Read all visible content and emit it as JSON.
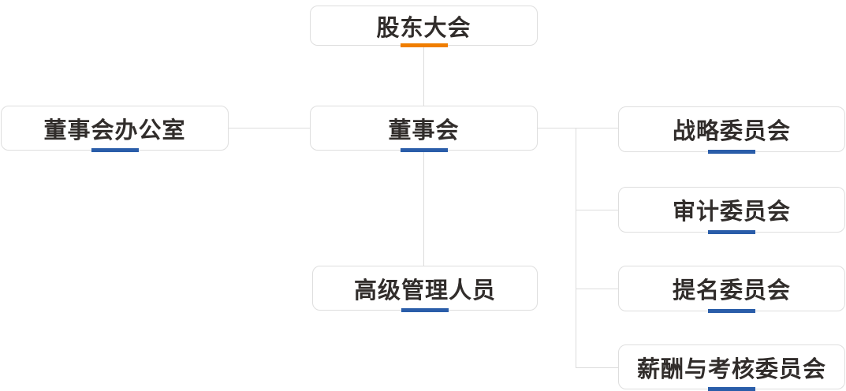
{
  "colors": {
    "accent-orange": "#F07E00",
    "accent-blue": "#2A5DA9",
    "line-color": "#DCDCDC",
    "border-color": "#DEDEDE",
    "text-color": "#312D2B"
  },
  "diagram": {
    "type": "org-chart",
    "nodes": [
      {
        "id": "shareholders",
        "label": "股东大会",
        "accent": "orange",
        "level": "root"
      },
      {
        "id": "board-office",
        "label": "董事会办公室",
        "accent": "blue",
        "level": "support"
      },
      {
        "id": "board",
        "label": "董事会",
        "accent": "blue",
        "level": "board"
      },
      {
        "id": "senior-management",
        "label": "高级管理人员",
        "accent": "blue",
        "level": "management"
      },
      {
        "id": "strategy-committee",
        "label": "战略委员会",
        "accent": "blue",
        "level": "committee"
      },
      {
        "id": "audit-committee",
        "label": "审计委员会",
        "accent": "blue",
        "level": "committee"
      },
      {
        "id": "nomination-committee",
        "label": "提名委员会",
        "accent": "blue",
        "level": "committee"
      },
      {
        "id": "remuneration-committee",
        "label": "薪酬与考核委员会",
        "accent": "blue",
        "level": "committee"
      }
    ],
    "edges": [
      {
        "from": "shareholders",
        "to": "board"
      },
      {
        "from": "board",
        "to": "board-office"
      },
      {
        "from": "board",
        "to": "senior-management"
      },
      {
        "from": "board",
        "to": "strategy-committee"
      },
      {
        "from": "board",
        "to": "audit-committee"
      },
      {
        "from": "board",
        "to": "nomination-committee"
      },
      {
        "from": "board",
        "to": "remuneration-committee"
      }
    ]
  }
}
